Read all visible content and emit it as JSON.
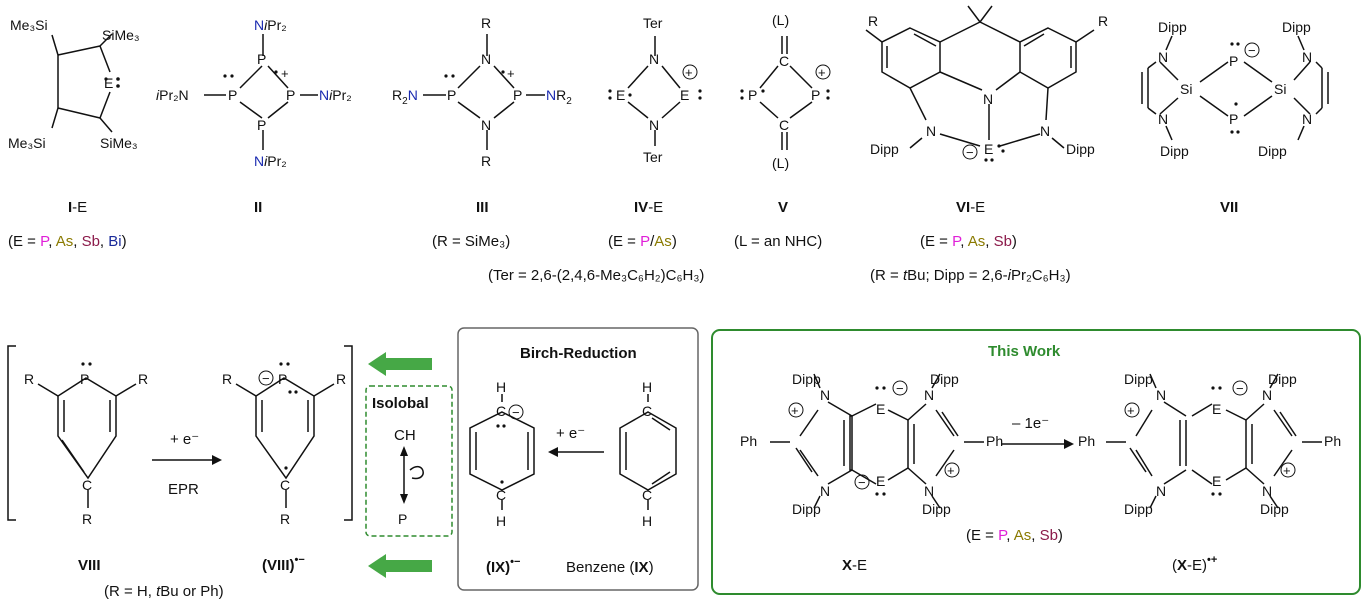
{
  "colors": {
    "phosphorus": "#e020d8",
    "arsenic": "#8a7a00",
    "antimony": "#8b1a4a",
    "bismuth": "#1a2a9a",
    "nitrogen": "#1a2ab0",
    "green": "#2e8b2e",
    "green_arrow": "#46a846",
    "box_gray": "#666666"
  },
  "compounds_top": [
    {
      "id": "I",
      "name_main": "I",
      "name_suffix": "-E",
      "cond_prefix": "(E = ",
      "cond_items": [
        "P",
        "As",
        "Sb",
        "Bi"
      ],
      "cond_suffix": ")"
    },
    {
      "id": "II",
      "name_main": "II"
    },
    {
      "id": "III",
      "name_main": "III",
      "cond": "(R = SiMe₃)"
    },
    {
      "id": "IV",
      "name_main": "IV",
      "name_suffix": "-E",
      "cond_prefix": "(E = ",
      "cond_items": [
        "P",
        "As"
      ],
      "cond_suffix": ")",
      "cond_extra": "(Ter = 2,6-(2,4,6-Me₃C₆H₂)C₆H₃)"
    },
    {
      "id": "V",
      "name_main": "V",
      "cond": "(L = an NHC)"
    },
    {
      "id": "VI",
      "name_main": "VI",
      "name_suffix": "-E",
      "cond_prefix": "(E = ",
      "cond_items": [
        "P",
        "As",
        "Sb"
      ],
      "cond_suffix": ")",
      "cond_extra_a": "(R = ",
      "cond_extra_tbu": "t",
      "cond_extra_b": "Bu; Dipp = 2,6-",
      "cond_extra_i": "i",
      "cond_extra_c": "Pr₂C₆H₃)"
    },
    {
      "id": "VII",
      "name_main": "VII"
    }
  ],
  "atoms": {
    "Me3Si": "Me₃Si",
    "SiMe3": "SiMe₃",
    "E": "E",
    "P": "P",
    "N": "N",
    "R": "R",
    "R2N": "R₂N",
    "NR2": "NR₂",
    "iPr2N_i": "i",
    "iPr2N_rest": "Pr₂N",
    "NiPr2_N": "N",
    "NiPr2_i": "i",
    "NiPr2_rest": "Pr₂",
    "Ter": "Ter",
    "L": "(L)",
    "C": "C",
    "Dipp": "Dipp",
    "Si": "Si",
    "H": "H",
    "CH": "CH",
    "Ph": "Ph"
  },
  "scheme_bottom": {
    "viii_name": "VIII",
    "viii_radical_name": "(VIII)",
    "viii_radical_charge": "•−",
    "viii_cond_a": "(R = H, ",
    "viii_cond_t": "t",
    "viii_cond_b": "Bu or Ph)",
    "reagent_plus_e": "+ e⁻",
    "reagent_epr": "EPR",
    "isolobal_title": "Isolobal",
    "birch_title": "Birch-Reduction",
    "ix_radical_name": "(IX)",
    "ix_radical_charge": "•−",
    "benzene_label_a": "Benzene (",
    "benzene_label_b": "IX",
    "benzene_label_c": ")",
    "this_work_title": "This Work",
    "minus_e": "– 1e⁻",
    "x_name_main": "X",
    "x_name_suffix": "-E",
    "x_radical_a": "(",
    "x_radical_b": "X",
    "x_radical_c": "-E)",
    "x_radical_charge": "•+",
    "x_cond_prefix": "(E = ",
    "x_cond_items": [
      "P",
      "As",
      "Sb"
    ],
    "x_cond_suffix": ")"
  }
}
